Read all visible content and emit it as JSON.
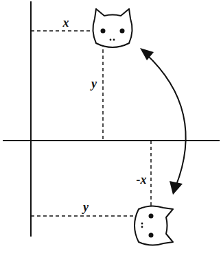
{
  "diagram": {
    "labels": [
      "x",
      "y",
      "-x",
      "y"
    ]
  }
}
